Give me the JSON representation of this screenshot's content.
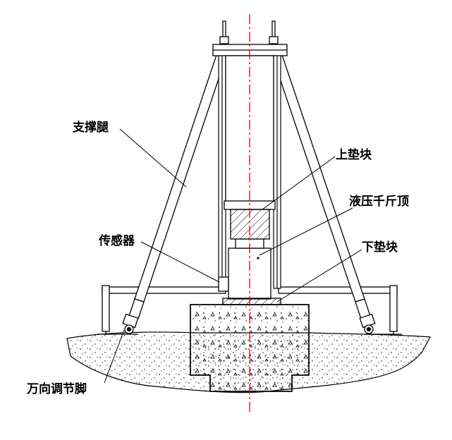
{
  "labels": {
    "support_leg": "支撑腿",
    "upper_pad": "上垫块",
    "hydraulic_jack": "液压千斤顶",
    "sensor": "传感器",
    "lower_pad": "下垫块",
    "universal_foot": "万向调节脚"
  },
  "colors": {
    "line": "#000000",
    "centerline": "#e00000",
    "background": "#ffffff"
  }
}
